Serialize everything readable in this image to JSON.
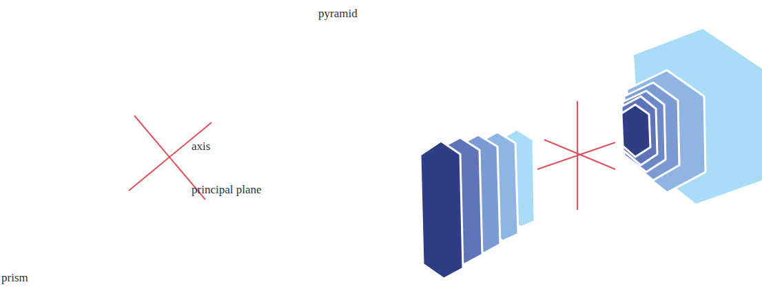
{
  "diagram": {
    "labels": [
      "pyramid",
      "axis",
      "principal plane",
      "prism"
    ]
  }
}
